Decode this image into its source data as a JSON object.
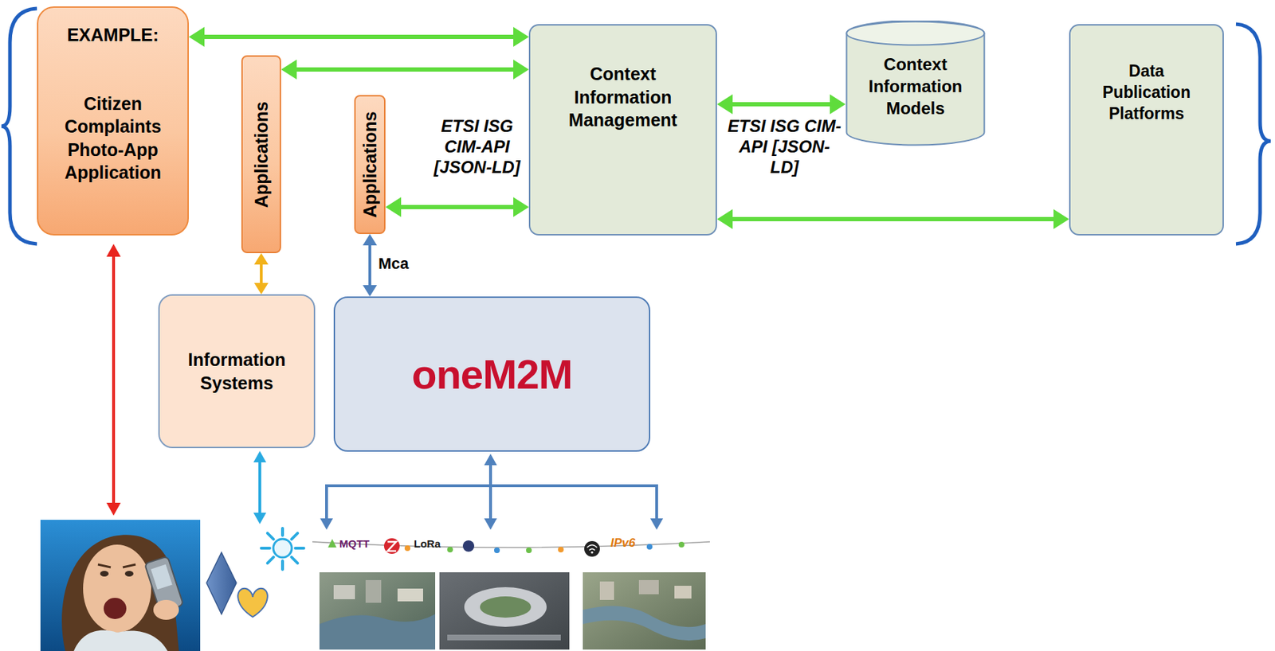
{
  "diagram": {
    "nodes": [
      {
        "text": [
          "EXAMPLE:",
          "Citizen Complaints Photo-App Application"
        ]
      },
      {
        "text": [
          "Applications"
        ]
      },
      {
        "text": [
          "Applications"
        ]
      },
      {
        "text": [
          "Context Information Management"
        ]
      },
      {
        "text": [
          "Context Information Models"
        ]
      },
      {
        "text": [
          "Data Publication Platforms"
        ]
      },
      {
        "text": [
          "Information Systems"
        ]
      },
      {
        "text": [
          "oneM2M"
        ]
      }
    ],
    "edges": [
      {
        "from": 0,
        "to": 3,
        "arrow": "both"
      },
      {
        "from": 1,
        "to": 3,
        "arrow": "both"
      },
      {
        "from": 2,
        "to": 3,
        "arrow": "both",
        "label": "ETSI ISG CIM-API [JSON-LD]"
      },
      {
        "from": 3,
        "to": 4,
        "arrow": "both"
      },
      {
        "from": 3,
        "to": 5,
        "arrow": "both",
        "label": "ETSI ISG CIM-API [JSON-LD]"
      },
      {
        "from": 1,
        "to": 6,
        "arrow": "both"
      },
      {
        "from": 2,
        "to": 7,
        "arrow": "both",
        "label": "Mca"
      }
    ],
    "labels": [
      "MQTT",
      "LoRa",
      "IPv6"
    ]
  }
}
